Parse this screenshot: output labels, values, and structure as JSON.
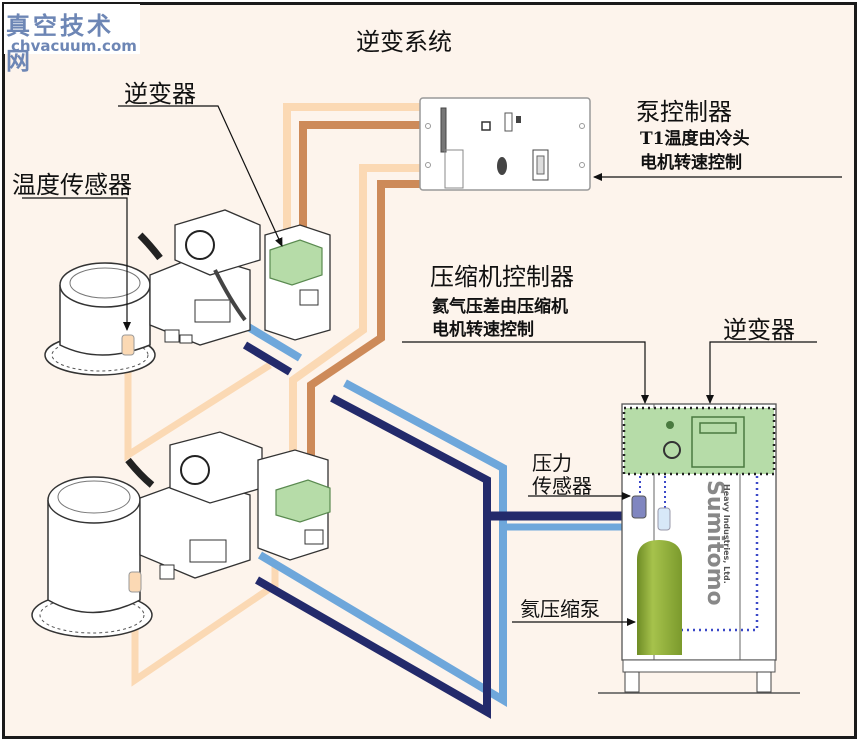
{
  "watermark": {
    "chinese": "真空技术网",
    "site": "chvacuum.com"
  },
  "title": "逆变系统",
  "labels": {
    "inverter_top": "逆变器",
    "temperature_sensor": "温度传感器",
    "pump_controller": {
      "title": "泵控制器",
      "line1": "T1温度由冷头",
      "line2": "电机转速控制"
    },
    "compressor_controller": {
      "title": "压缩机控制器",
      "line1": "氦气压差由压缩机",
      "line2": "电机转速控制"
    },
    "inverter_right": "逆变器",
    "pressure_sensor": {
      "line1": "压力",
      "line2": "传感器"
    },
    "helium_compressor": "氦压缩泵"
  },
  "compressor_brand": "Sumitomo",
  "compressor_brand_sub": "Heavy Industries, Ltd.",
  "colors": {
    "background": "#fdf4ec",
    "cable_light": "#fbd9b4",
    "cable_copper": "#cd8a59",
    "hose_light_blue": "#6ea7db",
    "hose_dark_navy": "#232a6b",
    "inverter_green": "#b6dca8",
    "helium_tank_green": "#8fae3c",
    "dotted_blue": "#3b49c8"
  }
}
